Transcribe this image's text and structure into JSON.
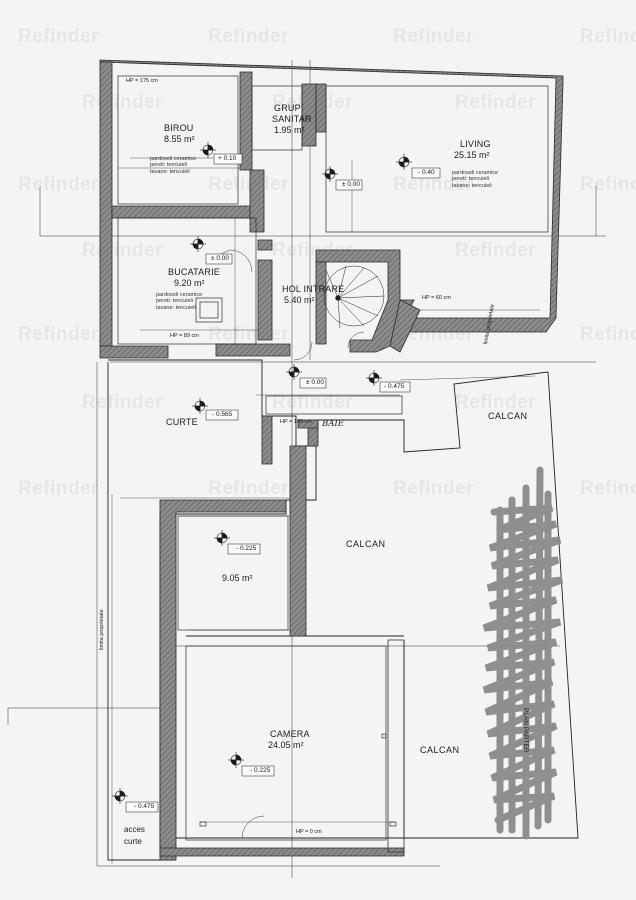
{
  "watermark": "Refinder",
  "colors": {
    "wall": "#6f6f6f",
    "wall_hatch": "#9a9a9a",
    "ink": "#1a1a1a",
    "scribble": "#8a8a8a"
  },
  "rooms": {
    "birou": {
      "name": "BIROU",
      "area": "8.55 m²",
      "level": "+ 0.10",
      "finish": [
        "pardoseli ceramice",
        "pereti: tencuieli",
        "tavane: tencuieli"
      ],
      "hp": "HP = 175 cm"
    },
    "grup_sanitar": {
      "name1": "GRUP",
      "name2": "SANITAR",
      "area": "1.95 m²",
      "level": "± 0.00"
    },
    "living": {
      "name": "LIVING",
      "area": "25.15 m²",
      "level": "- 0.40",
      "finish": [
        "pardoseli ceramice",
        "pereti: tencuieli",
        "tavane: tencuieli"
      ]
    },
    "bucatarie": {
      "name": "BUCATARIE",
      "area": "9.20 m²",
      "level": "± 0.00",
      "finish": [
        "pardoseli ceramice",
        "pereti: tencuieli",
        "tavane: tencuieli"
      ],
      "hp": "HP = 89 cm"
    },
    "hol": {
      "name": "HOL INTRARE",
      "area": "5.40 m²",
      "hp": "HP = 60 cm",
      "level": "± 0.00"
    },
    "terasa": {
      "level": "- 0.475"
    },
    "curte": {
      "name": "CURTE",
      "level": "- 0.565"
    },
    "baie": {
      "hp": "HP = 180 cm",
      "name": "BAIE"
    },
    "room9": {
      "area": "9.05 m²",
      "level": "- 0.225"
    },
    "camera": {
      "name": "CAMERA",
      "area": "24.05 m²",
      "level": "- 0.225",
      "hp": "HP = 0 cm"
    },
    "acces": {
      "level": "- 0.475",
      "line1": "acces",
      "line2": "curte"
    }
  },
  "labels": {
    "calcan": "CALCAN",
    "limita": "limita proprietate",
    "plan": "PLAN PARTER"
  }
}
